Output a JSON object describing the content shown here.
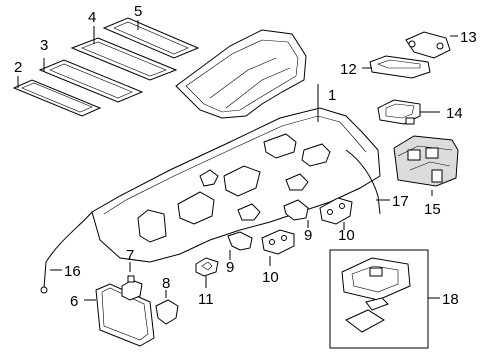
{
  "callouts": {
    "c1": "1",
    "c2": "2",
    "c3": "3",
    "c4": "4",
    "c5": "5",
    "c6": "6",
    "c7": "7",
    "c8": "8",
    "c9a": "9",
    "c9b": "9",
    "c10a": "10",
    "c10b": "10",
    "c11": "11",
    "c12": "12",
    "c13": "13",
    "c14": "14",
    "c15": "15",
    "c16": "16",
    "c17": "17",
    "c18": "18"
  },
  "colors": {
    "line": "#000000",
    "background": "#ffffff",
    "shade": "#dcdcdc"
  }
}
